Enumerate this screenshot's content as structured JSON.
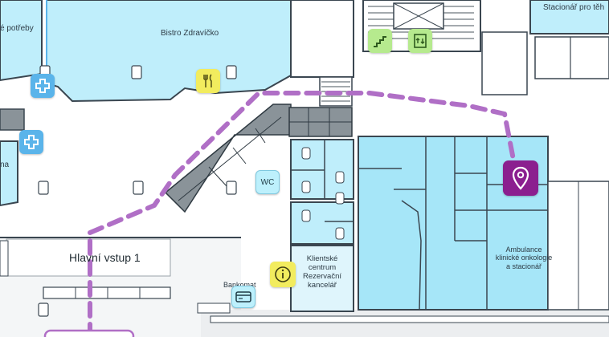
{
  "map": {
    "labels": {
      "potreby": "é potřeby",
      "bistro": "Bistro Zdravíčko",
      "stacionar": "Stacionář pro těh",
      "na": "na",
      "hlavni_vstup": "Hlavní vstup 1",
      "bankomat": "Bankomat",
      "klientske_line1": "Klientské",
      "klientske_line2": "centrum",
      "klientske_line3": "Rezervační",
      "klientske_line4": "kancelář",
      "ambulance_line1": "Ambulance",
      "ambulance_line2": "klinické onkologie",
      "ambulance_line3": "a stacionář",
      "wc": "WC"
    },
    "icons": {
      "first_aid": "first-aid-cross-icon",
      "restaurant": "fork-knife-icon",
      "stairs": "stairs-icon",
      "elevator": "elevator-icon",
      "toilet": "wc-icon",
      "info": "info-icon",
      "atm": "credit-card-icon",
      "destination": "location-pin-icon"
    },
    "colors": {
      "room_fill": "#bfeefb",
      "highlight_fill": "#a6e6f8",
      "wall": "#3a4650",
      "route": "#b06fc6",
      "poi_blue": "#5ab4ea",
      "poi_yellow": "#f2ec5e",
      "poi_green": "#b6ea8e",
      "poi_cyan": "#bdf0fc",
      "pin": "#8b1f8f"
    }
  }
}
